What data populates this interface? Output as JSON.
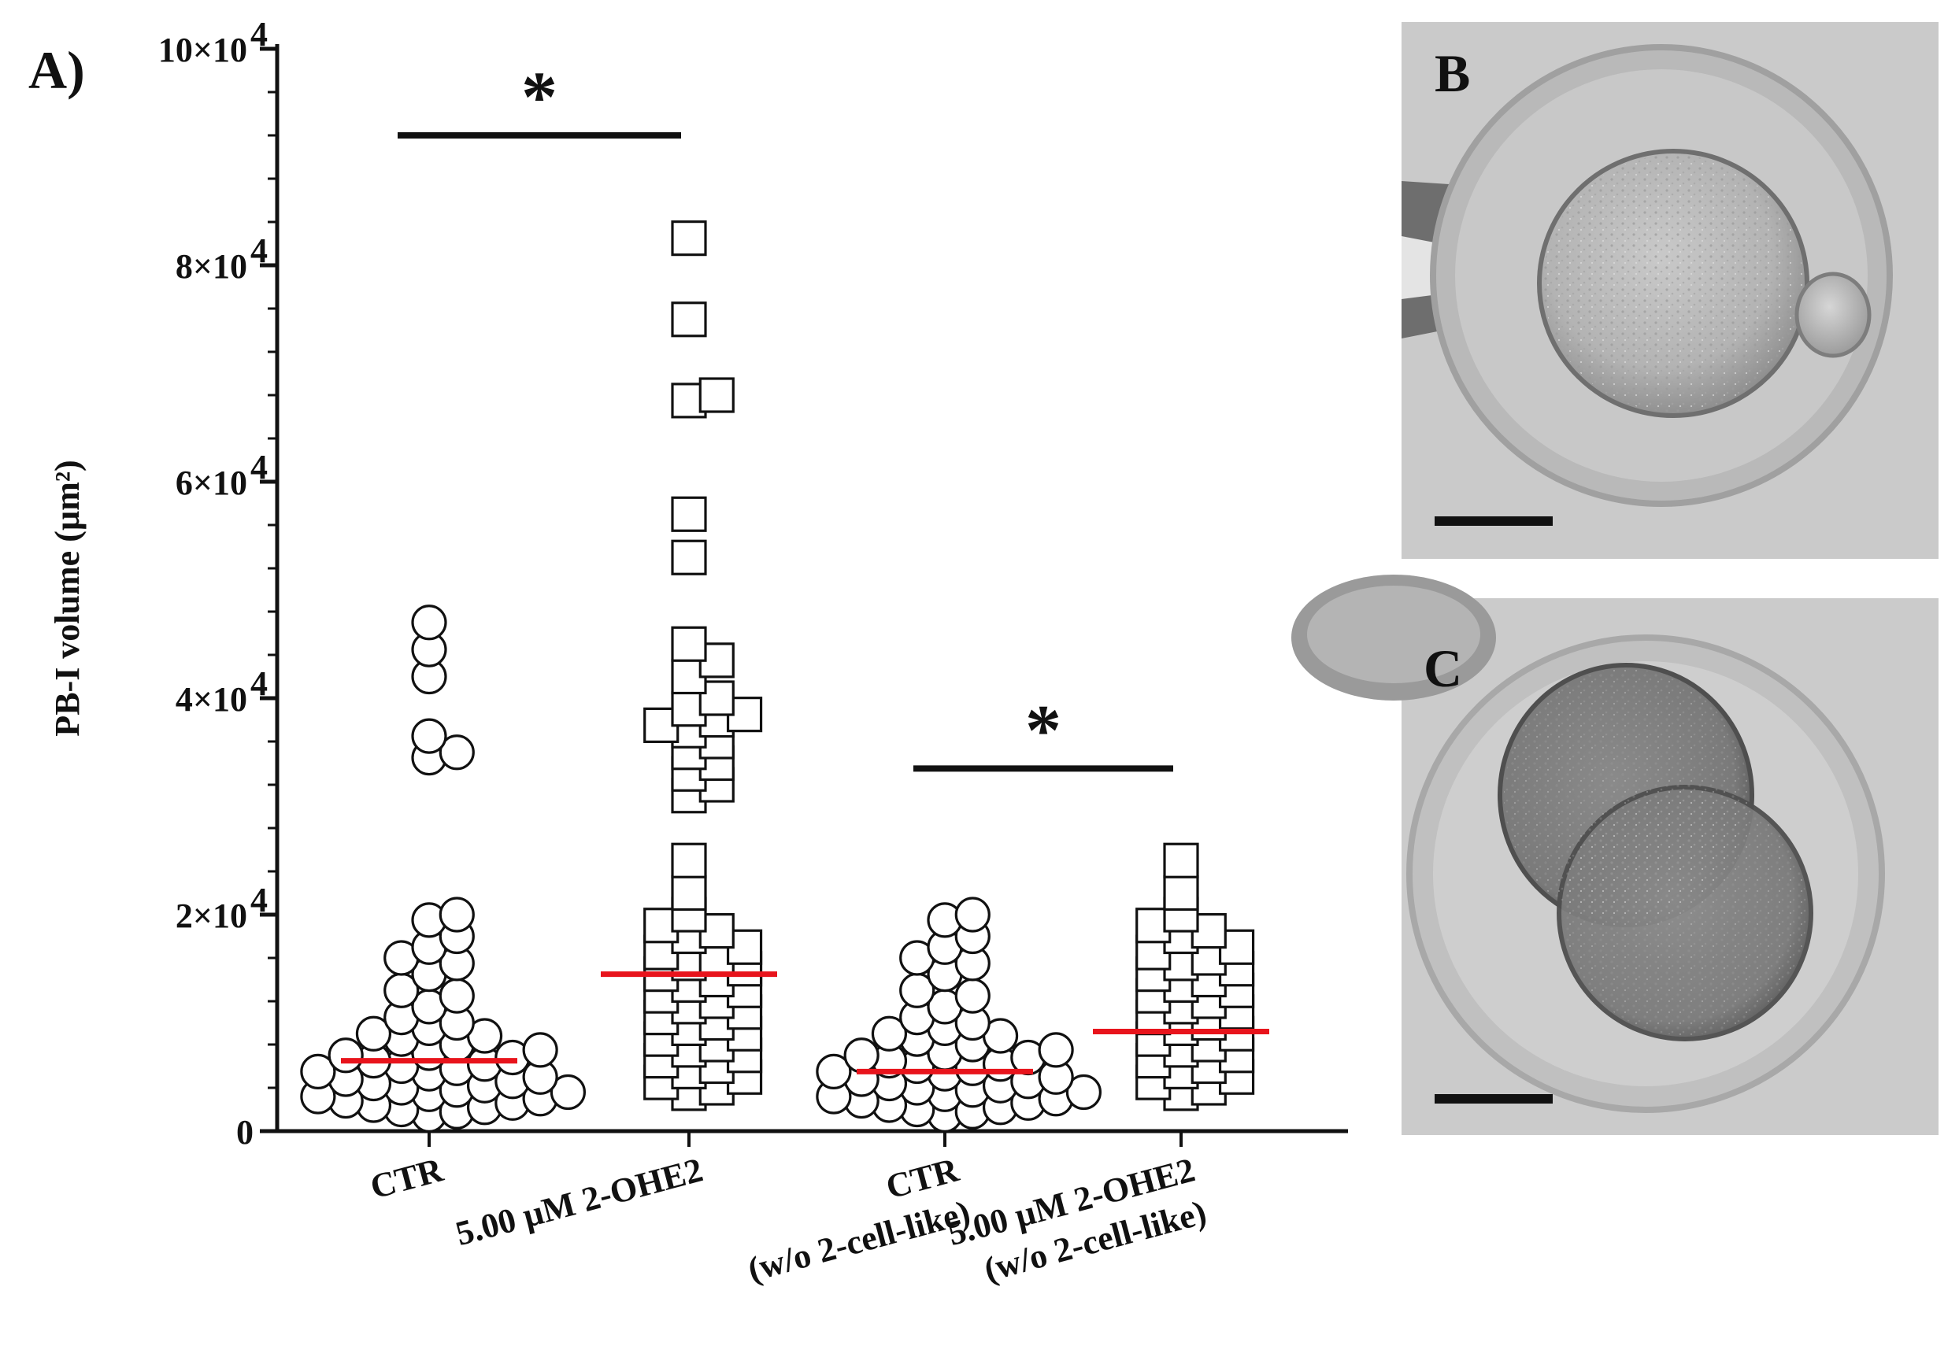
{
  "chart_data": {
    "type": "scatter",
    "panel_label": "A)",
    "ylabel": "PB-I volume (µm²)",
    "ylim": [
      0,
      100000
    ],
    "yticks": [
      {
        "value": 0,
        "base": "0",
        "exp": ""
      },
      {
        "value": 20000,
        "base": "2×10",
        "exp": "4"
      },
      {
        "value": 40000,
        "base": "4×10",
        "exp": "4"
      },
      {
        "value": 60000,
        "base": "6×10",
        "exp": "4"
      },
      {
        "value": 80000,
        "base": "8×10",
        "exp": "4"
      },
      {
        "value": 100000,
        "base": "10×10",
        "exp": "4"
      }
    ],
    "mean_line_color": "#e8141c",
    "groups": [
      {
        "label_lines": [
          "CTR"
        ],
        "marker": "circle",
        "mean": 6500,
        "values": [
          47000,
          44500,
          42000,
          36500,
          34500,
          35000,
          20000,
          19500,
          18000,
          17000,
          16000,
          15500,
          14500,
          13000,
          12500,
          11500,
          10500,
          10000,
          9500,
          9000,
          8800,
          8500,
          8000,
          7500,
          7200,
          7000,
          6800,
          6500,
          6200,
          6000,
          5800,
          5500,
          5300,
          5000,
          4800,
          4600,
          4400,
          4200,
          4000,
          3800,
          3600,
          3400,
          3200,
          3000,
          2800,
          2600,
          2400,
          2200,
          2000,
          1800,
          1500
        ]
      },
      {
        "label_lines": [
          "5.00 µM 2-OHE2"
        ],
        "marker": "square",
        "mean": 14500,
        "values": [
          82500,
          75000,
          68000,
          67500,
          57000,
          53000,
          45000,
          43500,
          42000,
          40000,
          39000,
          38500,
          38000,
          37500,
          37000,
          36000,
          35000,
          34000,
          33000,
          32000,
          31000,
          25000,
          22000,
          20000,
          19000,
          18500,
          18000,
          17000,
          16500,
          16000,
          15500,
          15000,
          14500,
          14000,
          13500,
          13000,
          12500,
          12000,
          11500,
          11000,
          10500,
          10000,
          9500,
          9000,
          8500,
          8000,
          7500,
          7000,
          6500,
          6000,
          5500,
          5000,
          4500,
          4000,
          3500
        ]
      },
      {
        "label_lines": [
          "CTR",
          "(w/o 2-cell-like)"
        ],
        "marker": "circle",
        "mean": 5500,
        "values": [
          20000,
          19500,
          18000,
          17000,
          16000,
          15500,
          14500,
          13000,
          12500,
          11500,
          10500,
          10000,
          9500,
          9000,
          8800,
          8500,
          8000,
          7500,
          7200,
          7000,
          6800,
          6500,
          6200,
          6000,
          5800,
          5500,
          5300,
          5000,
          4800,
          4600,
          4400,
          4200,
          4000,
          3800,
          3600,
          3400,
          3200,
          3000,
          2800,
          2600,
          2400,
          2200,
          2000,
          1800,
          1500
        ]
      },
      {
        "label_lines": [
          "5.00 µM 2-OHE2",
          "(w/o 2-cell-like)"
        ],
        "marker": "square",
        "mean": 9200,
        "values": [
          25000,
          22000,
          20000,
          19000,
          18500,
          18000,
          17000,
          16500,
          16000,
          15500,
          15000,
          14500,
          14000,
          13500,
          13000,
          12500,
          12000,
          11500,
          11000,
          10500,
          10000,
          9500,
          9000,
          8500,
          8000,
          7500,
          7000,
          6500,
          6000,
          5500,
          5000,
          4500,
          4000,
          3500
        ]
      }
    ],
    "significance": [
      {
        "from_group": 0,
        "to_group": 1,
        "y": 92000,
        "symbol": "*"
      },
      {
        "from_group": 2,
        "to_group": 3,
        "y": 33500,
        "symbol": "*"
      }
    ]
  },
  "photos": [
    {
      "label": "B",
      "description_icon": "oocyte-with-polar-body-photo"
    },
    {
      "label": "C",
      "description_icon": "two-cell-like-embryo-photo"
    }
  ]
}
